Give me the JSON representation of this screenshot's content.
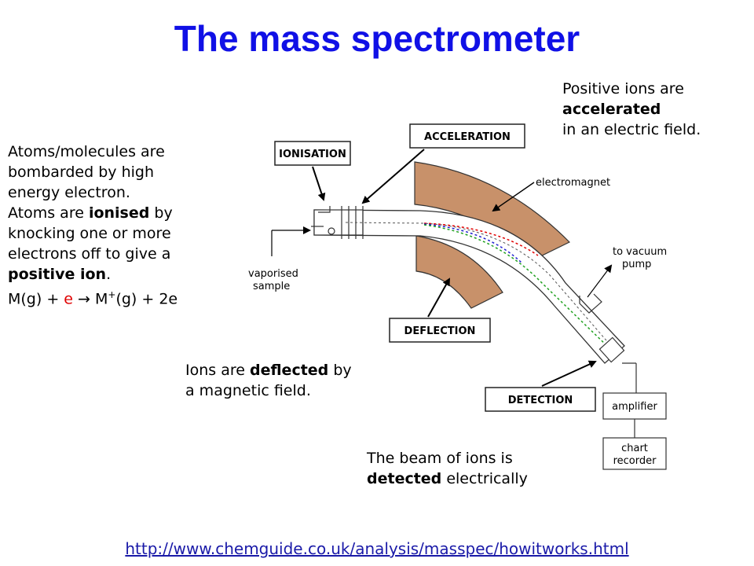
{
  "title": "The mass spectrometer",
  "notes": {
    "acceleration": {
      "line1": "Positive ions are",
      "line2": "accelerated",
      "line3": "in an electric field."
    },
    "ionisation": {
      "line1": "Atoms/molecules are",
      "line2": "bombarded by high",
      "line3": "energy electron.",
      "line4_pre": "Atoms are ",
      "line4_bold": "ionised",
      "line4_post": " by",
      "line5": "knocking one or more",
      "line6": "electrons off to give a",
      "line7_bold": "positive ion",
      "line7_post": ".",
      "eq_pre": "M(g) + ",
      "eq_e": "e",
      "eq_arrow": " → ",
      "eq_m": " M",
      "eq_sup": "+",
      "eq_post": "(g) + 2e"
    },
    "deflection": {
      "line1_pre": "Ions are ",
      "line1_bold": "deflected",
      "line1_post": " by",
      "line2": "a magnetic field."
    },
    "detection": {
      "line1": "The beam of ions is",
      "line2_bold": "detected",
      "line2_post": " electrically"
    }
  },
  "diagram_labels": {
    "acceleration": "ACCELERATION",
    "ionisation": "IONISATION",
    "deflection": "DEFLECTION",
    "detection": "DETECTION",
    "electromagnet": "electromagnet",
    "vacuum_1": "to vacuum",
    "vacuum_2": "pump",
    "sample_1": "vaporised",
    "sample_2": "sample",
    "amplifier": "amplifier",
    "chart_1": "chart",
    "chart_2": "recorder"
  },
  "link": "http://www.chemguide.co.uk/analysis/masspec/howitworks.html",
  "colors": {
    "title": "#1010e6",
    "magnet": "#c8916a",
    "beam_red": "#e00000",
    "beam_blue": "#2020d0",
    "beam_green": "#20a020"
  }
}
